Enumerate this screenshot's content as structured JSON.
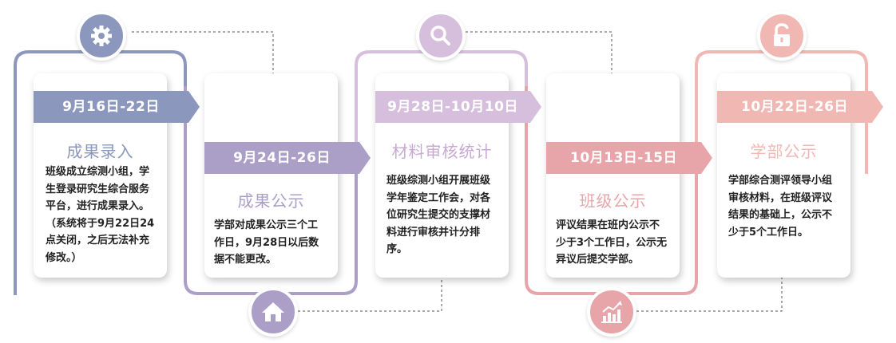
{
  "colors": {
    "stage1": "#8b97bd",
    "stage2": "#ab9fc8",
    "stage3": "#d6bfdc",
    "stage4": "#e8a5a9",
    "stage5": "#f1b8b3"
  },
  "stages": [
    {
      "date": "9月16日-22日",
      "title": "成果录入",
      "description": "班级成立综测小组，学生登录研究生综合服务平台，进行成果录入。（系统将于9月22日24点关闭，之后无法补充修改。）",
      "icon": "gear-icon"
    },
    {
      "date": "9月24日-26日",
      "title": "成果公示",
      "description": "学部对成果公示三个工作日，9月28日以后数据不能更改。",
      "icon": "home-icon"
    },
    {
      "date": "9月28日-10月10日",
      "title": "材料审核统计",
      "description": "班级综测小组开展班级学年鉴定工作会，对各位研究生提交的支撑材料进行审核并计分排序。",
      "icon": "search-icon"
    },
    {
      "date": "10月13日-15日",
      "title": "班级公示",
      "description": "评议结果在班内公示不少于3个工作日，公示无异议后提交学部。",
      "icon": "chart-icon"
    },
    {
      "date": "10月22日-26日",
      "title": "学部公示",
      "description": "学部综合测评领导小组审核材料，在班级评议结果的基础上，公示不少于5个工作日。",
      "icon": "unlock-icon"
    }
  ]
}
